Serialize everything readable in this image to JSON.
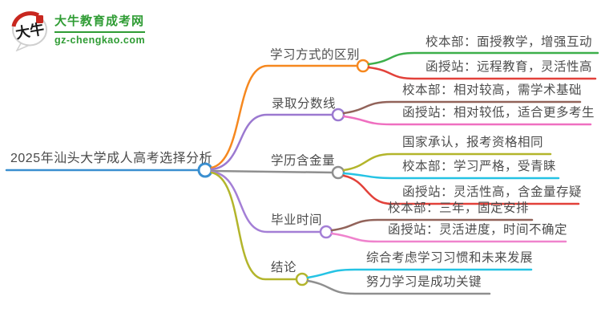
{
  "site": {
    "name": "大牛教育成考网",
    "domain": "gz-chengkao.com",
    "logo_label": "大牛",
    "brand_green": "#2f9c34",
    "logo_red": "#c8271f"
  },
  "mindmap": {
    "root": {
      "label": "2025年汕头大学成人高考选择分析",
      "color": "#3a8fd0"
    },
    "branches": [
      {
        "label": "学习方式的区别",
        "color": "#f6881f",
        "children": [
          {
            "label": "校本部：面授教学，增强互动",
            "color": "#3daf4b"
          },
          {
            "label": "函授站：远程教育，灵活性高",
            "color": "#e2413a"
          }
        ]
      },
      {
        "label": "录取分数线",
        "color": "#9b79d0",
        "children": [
          {
            "label": "校本部：相对较高，需学术基础",
            "color": "#92635a"
          },
          {
            "label": "函授站：相对较低，适合更多考生",
            "color": "#ef6fc0"
          }
        ]
      },
      {
        "label": "学历含金量",
        "color": "#8f8f8f",
        "children": [
          {
            "label": "国家承认，报考资格相同",
            "color": "#b3b52b"
          },
          {
            "label": "校本部：学习严格，受青睐",
            "color": "#25c3e4"
          },
          {
            "label": "函授站：灵活性高，含金量存疑",
            "color": "#e2413a"
          }
        ]
      },
      {
        "label": "毕业时间",
        "color": "#a47fd6",
        "children": [
          {
            "label": "校本部：三年，固定安排",
            "color": "#92635a"
          },
          {
            "label": "函授站：灵活进度，时间不确定",
            "color": "#ef83cd"
          }
        ]
      },
      {
        "label": "结论",
        "color": "#b3b52b",
        "children": [
          {
            "label": "综合考虑学习习惯和未来发展",
            "color": "#25c3e4"
          },
          {
            "label": "努力学习是成功关键",
            "color": "#8f8f8f"
          }
        ]
      }
    ]
  }
}
